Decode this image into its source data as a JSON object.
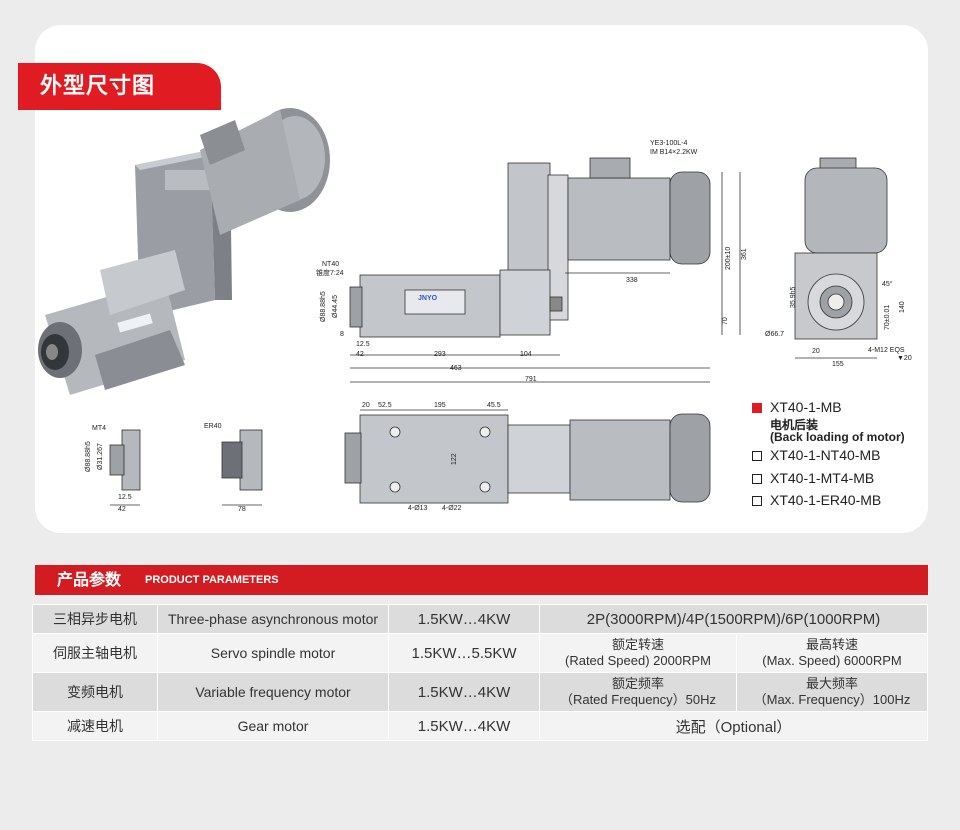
{
  "section1_title": "外型尺寸图",
  "drawing_labels": {
    "motor_model_1": "YE3-100L-4",
    "motor_model_2": "IM B14×2.2KW",
    "nt40": "NT40",
    "taper": "锥度7:24",
    "d88": "Ø88.88h5",
    "d44": "Ø44.45",
    "dim_338": "338",
    "dim_200": "200±10",
    "dim_361": "361",
    "dim_70": "70",
    "dim_12_5": "12.5",
    "dim_42": "42",
    "dim_293": "293",
    "dim_104": "104",
    "dim_463": "463",
    "dim_791": "791",
    "dim_8": "8",
    "d66": "Ø66.7",
    "dim_35": "35.9h5",
    "dim_20": "20",
    "dim_70b": "70±0.01",
    "dim_140": "140",
    "dim_155": "155",
    "angle_45": "45°",
    "thread": "4-M12 EQS",
    "depth": "▼20",
    "mt4": "MT4",
    "d31": "Ø31.267",
    "dim_12_5b": "12.5",
    "dim_42b": "42",
    "er40": "ER40",
    "dim_78": "78",
    "dim_20t": "20",
    "dim_52": "52.5",
    "dim_195": "195",
    "dim_45": "45.5",
    "dim_122": "122",
    "holes1": "4-Ø13",
    "holes2": "4-Ø22",
    "brand": "JNYO"
  },
  "options": [
    {
      "label": "XT40-1-MB",
      "checked": true
    },
    {
      "label": "XT40-1-NT40-MB",
      "checked": false
    },
    {
      "label": "XT40-1-MT4-MB",
      "checked": false
    },
    {
      "label": "XT40-1-ER40-MB",
      "checked": false
    }
  ],
  "option_note_cn": "电机后装",
  "option_note_en": "(Back loading of motor)",
  "section2_title_cn": "产品参数",
  "section2_title_en": "PRODUCT PARAMETERS",
  "table": {
    "rows": [
      {
        "cn": "三相异步电机",
        "en": "Three-phase asynchronous motor",
        "power": "1.5KW…4KW",
        "spec": "2P(3000RPM)/4P(1500RPM)/6P(1000RPM)"
      },
      {
        "cn": "伺服主轴电机",
        "en": "Servo spindle motor",
        "power": "1.5KW…5.5KW",
        "a1": "额定转速",
        "a2": "(Rated Speed) 2000RPM",
        "b1": "最高转速",
        "b2": "(Max. Speed) 6000RPM"
      },
      {
        "cn": "变频电机",
        "en": "Variable frequency motor",
        "power": "1.5KW…4KW",
        "a1": "额定频率",
        "a2": "（Rated Frequency）50Hz",
        "b1": "最大频率",
        "b2": "（Max. Frequency）100Hz"
      },
      {
        "cn": "减速电机",
        "en": "Gear motor",
        "power": "1.5KW…4KW",
        "spec": "选配（Optional）"
      }
    ]
  },
  "colors": {
    "accent": "#e11b22",
    "bar": "#d21c22",
    "row_gray": "#dcdcdc",
    "row_light": "#f3f3f3"
  }
}
